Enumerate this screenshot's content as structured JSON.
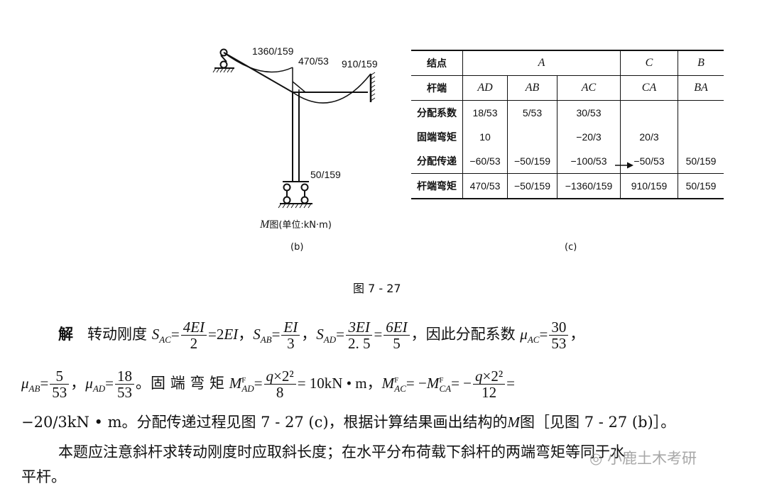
{
  "diagram": {
    "labels": {
      "top_left": "1360/159",
      "top_mid": "470/53",
      "top_right": "910/159",
      "bottom": "50/159"
    },
    "caption_prefix": "M",
    "caption_rest": "图(单位:kN·m)",
    "subcaption": "(b)"
  },
  "table": {
    "header_row": {
      "label": "结点",
      "A": "A",
      "C": "C",
      "B": "B"
    },
    "end_row": {
      "label": "杆端",
      "cols": [
        "AD",
        "AB",
        "AC",
        "CA",
        "BA"
      ]
    },
    "rows": [
      {
        "label": "分配系数",
        "cells": [
          "18/53",
          "5/53",
          "30/53",
          "",
          ""
        ]
      },
      {
        "label": "固端弯矩",
        "cells": [
          "10",
          "",
          "−20/3",
          "20/3",
          ""
        ]
      },
      {
        "label": "分配传递",
        "cells": [
          "−60/53",
          "−50/159",
          "−100/53",
          "−50/53",
          "50/159"
        ]
      },
      {
        "label": "杆端弯矩",
        "cells": [
          "470/53",
          "−50/159",
          "−1360/159",
          "910/159",
          "50/159"
        ]
      }
    ],
    "subcaption": "(c)"
  },
  "figure_caption": "图 7 - 27",
  "solution": {
    "jie": "解",
    "t1": "转动刚度",
    "t_prop": "，因此分配系数",
    "t_fixed": "。固 端 弯 矩",
    "t_line3": "−20/3kN • m。分配传递过程见图 7 - 27 (c)，根据计算结果画出结构的",
    "t_line3b": "图［见图 7 - 27 (b)］。",
    "note": "本题应注意斜杆求转动刚度时应取斜长度；在水平分布荷载下斜杆的两端弯矩等同于水",
    "note2": "平杆。"
  },
  "watermark": "小鹿土木考研"
}
